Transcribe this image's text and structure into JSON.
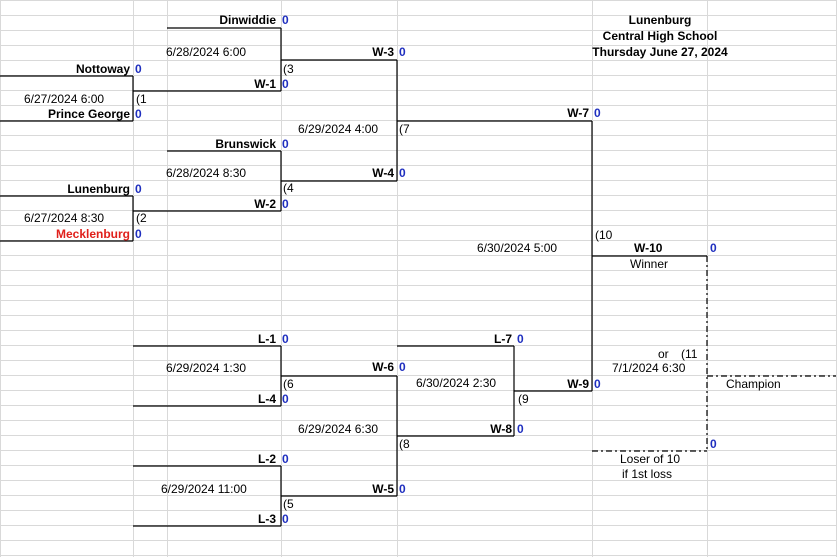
{
  "header": {
    "line1": "Lunenburg",
    "line2": "Central High School",
    "line3": "Thursday June 27, 2024"
  },
  "teams": {
    "dinwiddie": "Dinwiddie",
    "nottoway": "Nottoway",
    "prince_george": "Prince George",
    "brunswick": "Brunswick",
    "lunenburg": "Lunenburg",
    "mecklenburg": "Mecklenburg"
  },
  "labels": {
    "w1": "W-1",
    "w2": "W-2",
    "w3": "W-3",
    "w4": "W-4",
    "w5": "W-5",
    "w6": "W-6",
    "w7": "W-7",
    "w8": "W-8",
    "w9": "W-9",
    "w10": "W-10",
    "l1": "L-1",
    "l2": "L-2",
    "l3": "L-3",
    "l4": "L-4",
    "l7": "L-7"
  },
  "game_numbers": {
    "g1": "(1",
    "g2": "(2",
    "g3": "(3",
    "g4": "(4",
    "g5": "(5",
    "g6": "(6",
    "g7": "(7",
    "g8": "(8",
    "g9": "(9",
    "g10": "(10",
    "g11": "(11"
  },
  "times": {
    "g1": "6/27/2024 6:00",
    "g2": "6/27/2024 8:30",
    "g3": "6/28/2024 6:00",
    "g4": "6/28/2024 8:30",
    "g5": "6/29/2024 11:00",
    "g6": "6/29/2024 1:30",
    "g7": "6/29/2024 4:00",
    "g8": "6/29/2024 6:30",
    "g9": "6/30/2024 2:30",
    "g10": "6/30/2024 5:00",
    "g11": "7/1/2024 6:30"
  },
  "scores": {
    "dinwiddie": "0",
    "nottoway": "0",
    "prince_george": "0",
    "brunswick": "0",
    "lunenburg": "0",
    "mecklenburg": "0",
    "w1": "0",
    "w2": "0",
    "w3": "0",
    "w4": "0",
    "w5": "0",
    "w6": "0",
    "w7": "0",
    "w8": "0",
    "w9": "0",
    "w10": "0",
    "l1": "0",
    "l2": "0",
    "l3": "0",
    "l4": "0",
    "l7": "0",
    "final_loser": "0"
  },
  "notes": {
    "winner": "Winner",
    "or": "or",
    "champion": "Champion",
    "loser_of_10": "Loser of 10",
    "if_1st_loss": "if 1st loss"
  },
  "colors": {
    "score": "#1f2fbf",
    "highlight_team": "#e0201b",
    "gridline": "#d9d9d9",
    "bracket_line": "#000000"
  }
}
